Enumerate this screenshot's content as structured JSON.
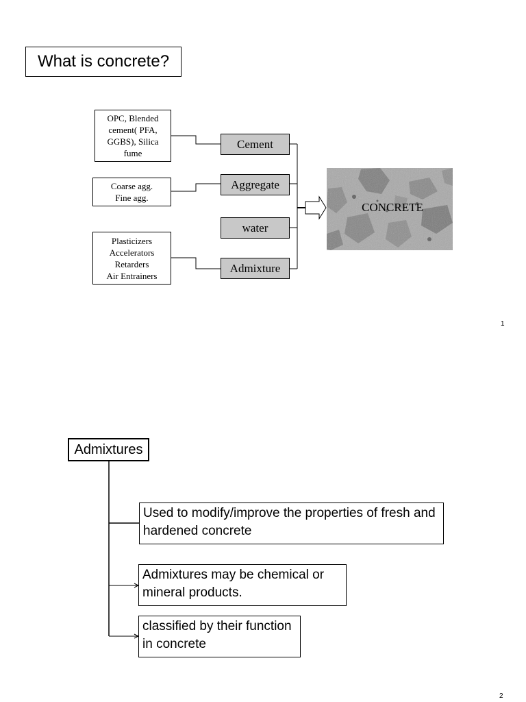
{
  "slide1": {
    "title": "What is concrete?",
    "sources": [
      {
        "lines": [
          "OPC, Blended",
          "cement( PFA,",
          "GGBS), Silica",
          "fume"
        ]
      },
      {
        "lines": [
          "Coarse agg.",
          "Fine agg."
        ]
      },
      {
        "lines": [
          "Plasticizers",
          "Accelerators",
          "Retarders",
          "Air Entrainers"
        ]
      }
    ],
    "components": [
      "Cement",
      "Aggregate",
      "water",
      "Admixture"
    ],
    "result": "CONCRETE",
    "page_number": "1"
  },
  "slide2": {
    "title": "Admixtures",
    "points": [
      "Used to modify/improve  the properties of fresh and hardened concrete",
      "Admixtures may be chemical or mineral products.",
      "classified by their function in concrete"
    ],
    "page_number": "2"
  }
}
